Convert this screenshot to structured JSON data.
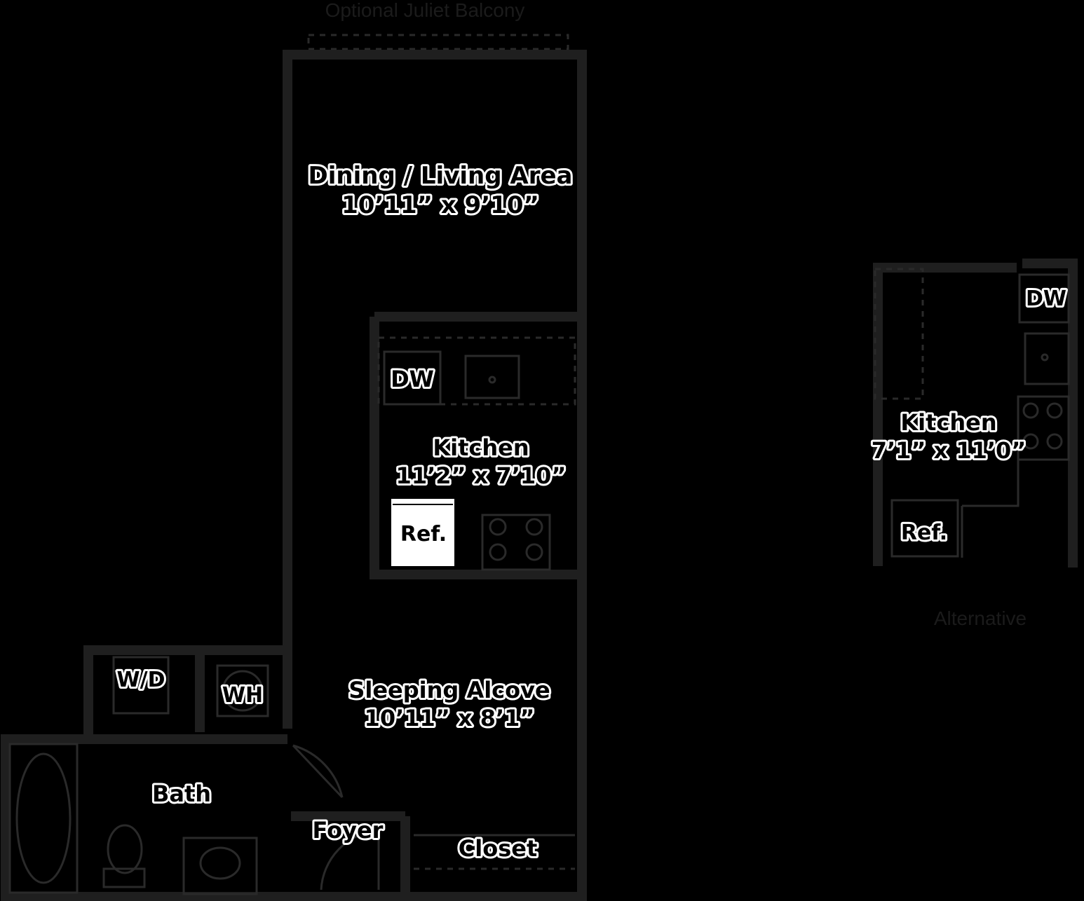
{
  "header": {
    "balcony_label": "Optional Juliet Balcony"
  },
  "rooms": {
    "dining": {
      "name": "Dining / Living Area",
      "size": "10’11” x 9’10”"
    },
    "kitchen": {
      "name": "Kitchen",
      "size": "11’2” x 7’10”"
    },
    "sleeping": {
      "name": "Sleeping Alcove",
      "size": "10’11” x 8’1”"
    },
    "bath": {
      "name": "Bath"
    },
    "foyer": {
      "name": "Foyer"
    },
    "closet": {
      "name": "Closet"
    }
  },
  "fixtures": {
    "dw": "DW",
    "ref": "Ref.",
    "wd": "W/D",
    "wh": "WH"
  },
  "alternative": {
    "kitchen_name": "Kitchen",
    "kitchen_size": "7’1” x 11’0”",
    "dw": "DW",
    "ref": "Ref.",
    "caption": "Alternative"
  },
  "colors": {
    "background": "#000000",
    "label_text": "#000000",
    "label_outline": "#ffffff",
    "walls": "#1f1f1f",
    "ref_fill": "#ffffff"
  }
}
